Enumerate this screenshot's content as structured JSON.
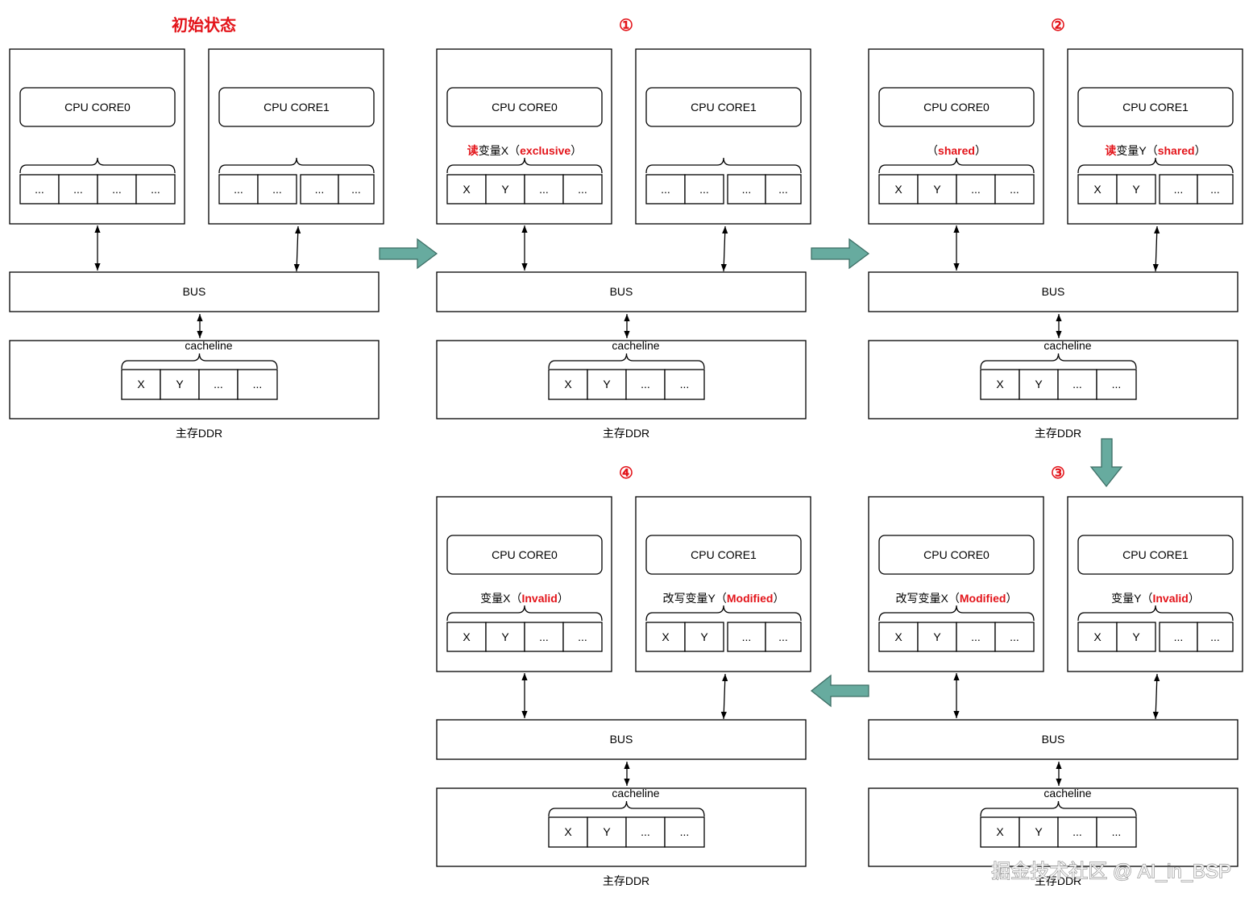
{
  "colors": {
    "emphasis": "#e3141a",
    "line": "#000000",
    "arrow_fill": "#67ab9f",
    "arrow_stroke": "#3d6e65",
    "watermark_fill": "#f4f4f4",
    "watermark_stroke": "#8c8c8c"
  },
  "panels": [
    {
      "title": "初始状态",
      "cores": [
        {
          "name": "CPU CORE0",
          "note": [],
          "cells": [
            "...",
            "...",
            "...",
            "..."
          ]
        },
        {
          "name": "CPU CORE1",
          "note": [],
          "cells": [
            "...",
            "...",
            "...",
            "..."
          ]
        }
      ],
      "bus": "BUS",
      "memory": {
        "label": "cacheline",
        "cells": [
          "X",
          "Y",
          "...",
          "..."
        ],
        "caption": "主存DDR"
      }
    },
    {
      "title": "①",
      "cores": [
        {
          "name": "CPU CORE0",
          "note": [
            {
              "text": "读",
              "emph": true
            },
            {
              "text": "变量X（",
              "emph": false
            },
            {
              "text": "exclusive",
              "emph": true
            },
            {
              "text": "）",
              "emph": false
            }
          ],
          "cells": [
            "X",
            "Y",
            "...",
            "..."
          ]
        },
        {
          "name": "CPU CORE1",
          "note": [],
          "cells": [
            "...",
            "...",
            "...",
            "..."
          ]
        }
      ],
      "bus": "BUS",
      "memory": {
        "label": "cacheline",
        "cells": [
          "X",
          "Y",
          "...",
          "..."
        ],
        "caption": "主存DDR"
      }
    },
    {
      "title": "②",
      "cores": [
        {
          "name": "CPU CORE0",
          "note": [
            {
              "text": "（",
              "emph": false
            },
            {
              "text": "shared",
              "emph": true
            },
            {
              "text": "）",
              "emph": false
            }
          ],
          "cells": [
            "X",
            "Y",
            "...",
            "..."
          ]
        },
        {
          "name": "CPU CORE1",
          "note": [
            {
              "text": "读",
              "emph": true
            },
            {
              "text": "变量Y（",
              "emph": false
            },
            {
              "text": "shared",
              "emph": true
            },
            {
              "text": "）",
              "emph": false
            }
          ],
          "cells": [
            "X",
            "Y",
            "...",
            "..."
          ]
        }
      ],
      "bus": "BUS",
      "memory": {
        "label": "cacheline",
        "cells": [
          "X",
          "Y",
          "...",
          "..."
        ],
        "caption": "主存DDR"
      }
    },
    {
      "title": "③",
      "cores": [
        {
          "name": "CPU CORE0",
          "note": [
            {
              "text": "改写变量X（",
              "emph": false
            },
            {
              "text": "Modified",
              "emph": true
            },
            {
              "text": "）",
              "emph": false
            }
          ],
          "cells": [
            "X",
            "Y",
            "...",
            "..."
          ]
        },
        {
          "name": "CPU CORE1",
          "note": [
            {
              "text": "变量Y（",
              "emph": false
            },
            {
              "text": "Invalid",
              "emph": true
            },
            {
              "text": "）",
              "emph": false
            }
          ],
          "cells": [
            "X",
            "Y",
            "...",
            "..."
          ]
        }
      ],
      "bus": "BUS",
      "memory": {
        "label": "cacheline",
        "cells": [
          "X",
          "Y",
          "...",
          "..."
        ],
        "caption": "主存DDR"
      }
    },
    {
      "title": "④",
      "cores": [
        {
          "name": "CPU CORE0",
          "note": [
            {
              "text": "变量X（",
              "emph": false
            },
            {
              "text": "Invalid",
              "emph": true
            },
            {
              "text": "）",
              "emph": false
            }
          ],
          "cells": [
            "X",
            "Y",
            "...",
            "..."
          ]
        },
        {
          "name": "CPU CORE1",
          "note": [
            {
              "text": "改写变量Y（",
              "emph": false
            },
            {
              "text": "Modified",
              "emph": true
            },
            {
              "text": "）",
              "emph": false
            }
          ],
          "cells": [
            "X",
            "Y",
            "...",
            "..."
          ]
        }
      ],
      "bus": "BUS",
      "memory": {
        "label": "cacheline",
        "cells": [
          "X",
          "Y",
          "...",
          "..."
        ],
        "caption": "主存DDR"
      }
    }
  ],
  "watermark": "掘金技术社区 @ AI_in_BSP"
}
